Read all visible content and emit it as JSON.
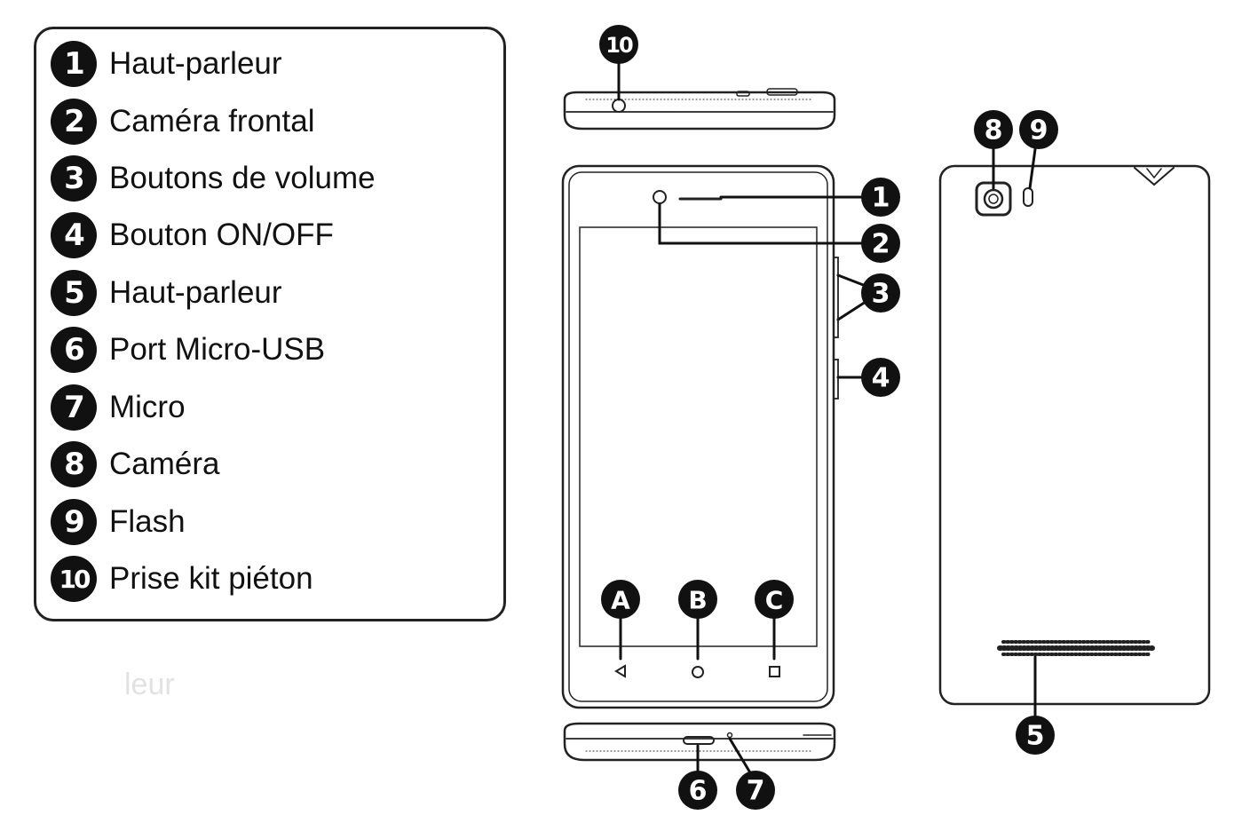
{
  "legend": {
    "items": [
      {
        "number": "1",
        "label": "Haut-parleur"
      },
      {
        "number": "2",
        "label": "Caméra frontal"
      },
      {
        "number": "3",
        "label": "Boutons de volume"
      },
      {
        "number": "4",
        "label": "Bouton ON/OFF"
      },
      {
        "number": "5",
        "label": "Haut-parleur"
      },
      {
        "number": "6",
        "label": "Port Micro-USB"
      },
      {
        "number": "7",
        "label": "Micro"
      },
      {
        "number": "8",
        "label": "Caméra"
      },
      {
        "number": "9",
        "label": "Flash"
      },
      {
        "number": "10",
        "label": "Prise kit piéton"
      }
    ]
  },
  "ghost_text": "leur",
  "callouts": {
    "c1": "1",
    "c2": "2",
    "c3": "3",
    "c4": "4",
    "c5": "5",
    "c6": "6",
    "c7": "7",
    "c8": "8",
    "c9": "9",
    "c10": "10",
    "cA": "A",
    "cB": "B",
    "cC": "C"
  }
}
